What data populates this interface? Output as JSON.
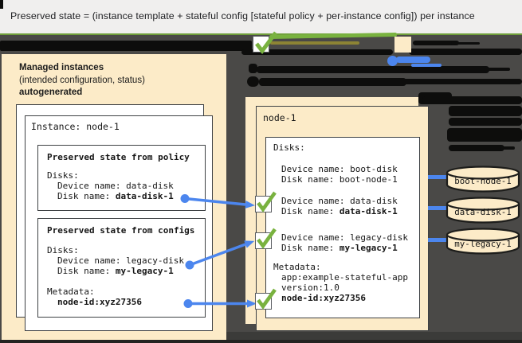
{
  "title_bar": {
    "text": "Preserved state = (instance template + stateful config [stateful policy + per-instance config]) per instance"
  },
  "colors": {
    "panel_cream": "#FCEBC8",
    "accent_green": "#79B23F",
    "accent_blue": "#4C86EE",
    "background_dark": "#4A4947",
    "redaction_black": "#0D0D0C"
  },
  "left_panel": {
    "heading_line1": "Managed instances",
    "heading_line2": "(intended configuration, status)",
    "heading_line3": "autogenerated",
    "instance_card_title": "Instance: node-1",
    "policy_box": {
      "title": "Preserved state from policy",
      "disks_label": "Disks:",
      "device_line": "Device name: data-disk",
      "disk_prefix": "Disk name: ",
      "disk_value": "data-disk-1"
    },
    "configs_box": {
      "title": "Preserved state from configs",
      "disks_label": "Disks:",
      "device_line": "Device name: legacy-disk",
      "disk_prefix": "Disk name: ",
      "disk_value": "my-legacy-1",
      "metadata_label": "Metadata:",
      "metadata_value": "node-id:xyz27356"
    }
  },
  "right_panel": {
    "title": "node-1",
    "disks_label": "Disks:",
    "entries": [
      {
        "device_line": "Device name: boot-disk",
        "disk_prefix": "Disk name: ",
        "disk_value": "boot-node-1"
      },
      {
        "device_line": "Device name: data-disk",
        "disk_prefix": "Disk name: ",
        "disk_value": "data-disk-1"
      },
      {
        "device_line": "Device name: legacy-disk",
        "disk_prefix": "Disk name: ",
        "disk_value": "my-legacy-1"
      }
    ],
    "metadata": {
      "label": "Metadata:",
      "line1": "app:example-stateful-app",
      "line2": "version:1.0",
      "bold_line": "node-id:xyz27356"
    }
  },
  "disks": [
    {
      "label": "boot-node-1"
    },
    {
      "label": "data-disk-1"
    },
    {
      "label": "my-legacy-1"
    }
  ]
}
